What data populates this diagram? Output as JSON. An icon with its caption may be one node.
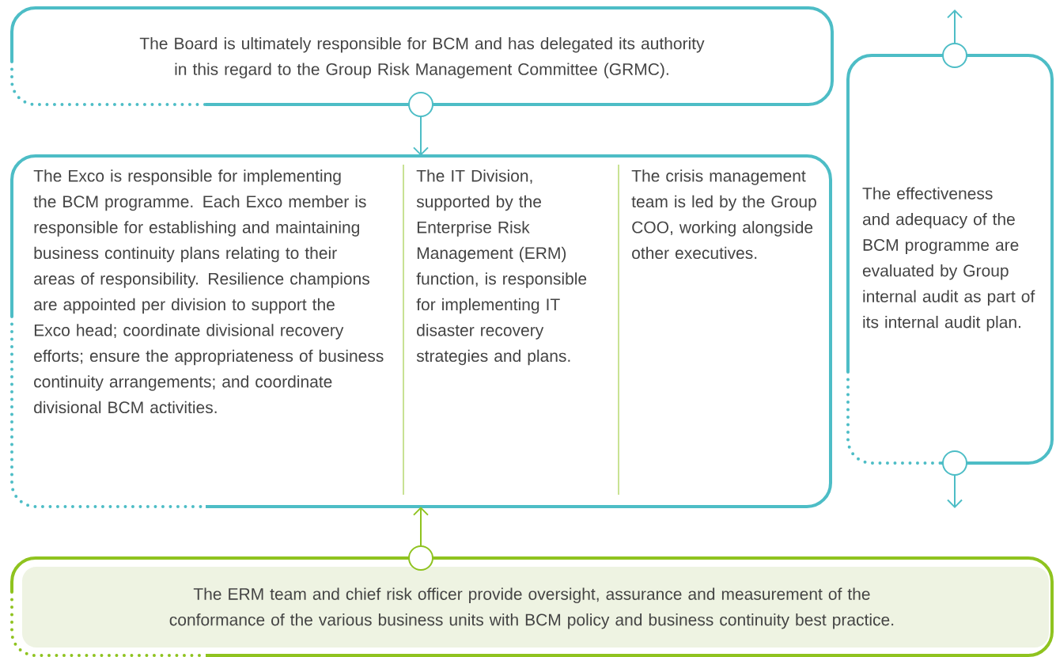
{
  "diagram": {
    "nodes": [
      {
        "text": [
          "The Board is ultimately responsible for BCM and has delegated its authority in this regard to the Group Risk Management Committee (GRMC)."
        ]
      },
      {
        "text": [
          "The Exco is responsible for implementing the BCM programme. Each Exco member is responsible for establishing and maintaining business continuity plans relating to their areas of responsibility. Resilience champions are appointed per division to support the Exco head; coordinate divisional recovery efforts; ensure the appropriateness of business continuity arrangements; and coordinate divisional BCM activities.",
          "The IT Division, supported by the Enterprise Risk Management (ERM) function, is responsible for implementing IT disaster recovery strategies and plans.",
          "The crisis management team is led by the Group COO, working alongside other executives."
        ]
      },
      {
        "text": [
          "The effectiveness and adequacy of the BCM programme are evaluated by Group internal audit as part of its internal audit plan."
        ]
      },
      {
        "text": [
          "The ERM team and chief risk officer provide oversight, assurance and measurement of the conformance of the various business units with BCM policy and business continuity best practice."
        ]
      }
    ],
    "edges": [
      {
        "from": 0,
        "to": 1,
        "arrow": "to"
      },
      {
        "from": 3,
        "to": 1,
        "arrow": "to",
        "color": "#8fc31f"
      },
      {
        "from": 2,
        "to": null,
        "arrow": "to"
      },
      {
        "from": 2,
        "to": null,
        "arrow": "to"
      }
    ]
  }
}
